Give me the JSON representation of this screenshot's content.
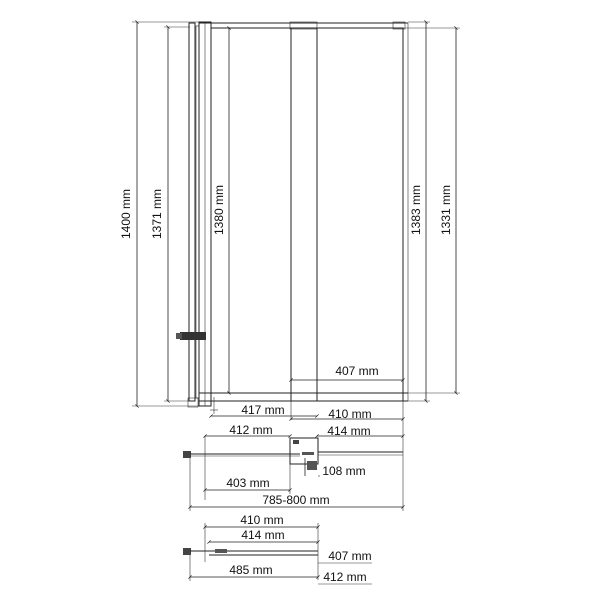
{
  "dimensions": {
    "height_total": "1400 mm",
    "height_frame": "1371 mm",
    "height_panel": "1380 mm",
    "height_right_outer": "1383 mm",
    "height_right_inner": "1331 mm",
    "width_407_top": "407 mm",
    "width_417": "417 mm",
    "width_410": "410 mm",
    "width_412": "412 mm",
    "width_414": "414 mm",
    "depth_108": "108 mm",
    "width_403": "403 mm",
    "width_range": "785-800 mm",
    "bottom_410": "410 mm",
    "bottom_414": "414 mm",
    "bottom_407": "407 mm",
    "bottom_485": "485 mm",
    "bottom_412": "412 mm"
  }
}
